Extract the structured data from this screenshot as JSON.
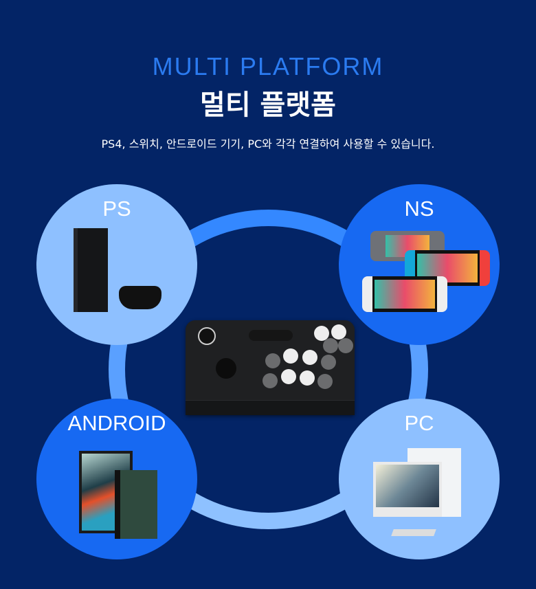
{
  "header": {
    "title_en": "MULTI PLATFORM",
    "title_ko": "멀티 플랫폼",
    "subtitle": "PS4, 스위치, 안드로이드 기기, PC와 각각 연결하여 사용할 수 있습니다."
  },
  "platforms": [
    {
      "label": "PS"
    },
    {
      "label": "NS"
    },
    {
      "label": "ANDROID"
    },
    {
      "label": "PC"
    }
  ],
  "colors": {
    "background": "#032466",
    "accent": "#2b7bf0",
    "light_circle": "#8ec0ff",
    "dark_circle": "#1769f2"
  }
}
